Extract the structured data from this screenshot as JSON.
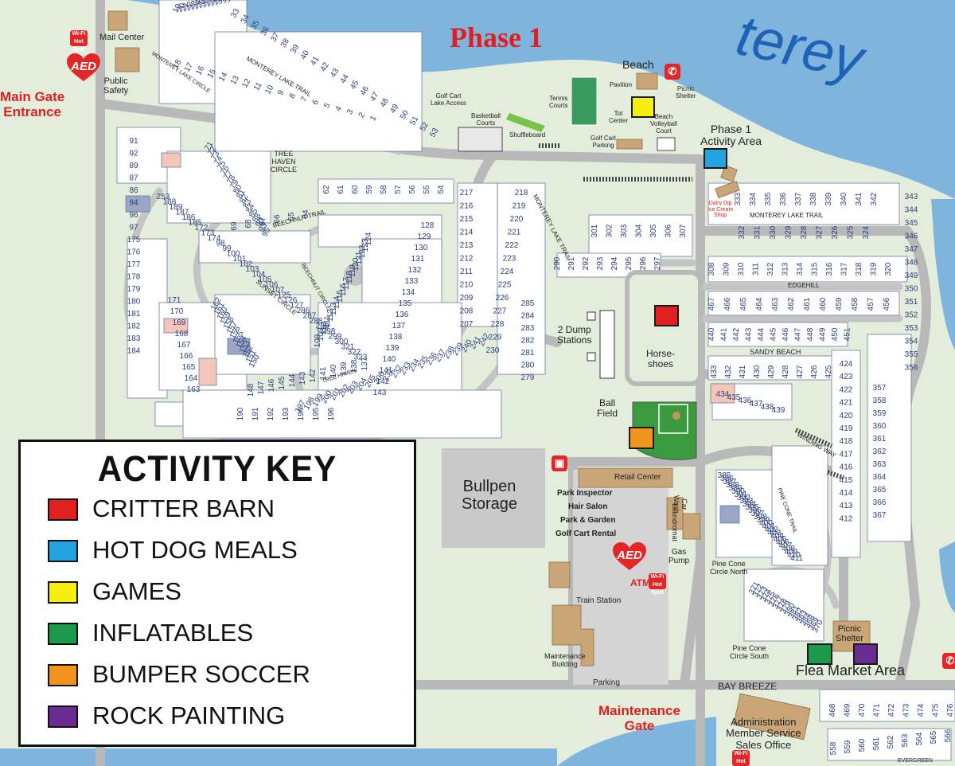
{
  "map": {
    "phase_title": "Phase 1",
    "lake_name_partial": "terey",
    "places": {
      "mail_center": "Mail Center",
      "public_safety": "Public\nSafety",
      "main_gate": "Main Gate\nEntrance",
      "monterey_lake_circle": "MONTEREY LAKE CIRCLE",
      "monterey_lake_trail": "MONTEREY LAKE TRAIL",
      "golf_cart_lake_access": "Golf Cart\nLake Access",
      "basketball_courts": "Basketball\nCourts",
      "shuffleboard": "Shuffleboard",
      "tennis_courts": "Tennis\nCourts",
      "beach": "Beach",
      "pavilion": "Pavilion",
      "picnic_shelter": "Picnic\nShelter",
      "tot_center": "Tot\nCenter",
      "beach_volleyball": "Beach\nVolleyball\nCourt",
      "golf_cart_parking": "Golf Cart\nParking",
      "phase1_activity_area": "Phase 1\nActivity Area",
      "dairy_dip": "Dairy Dip\nIce Cream\nShop",
      "tree_haven_circle": "TREE\nHAVEN\nCIRCLE",
      "beechnut_trail": "BEECHNUT TRAIL",
      "beechnut_circle": "BEECHNUT CIRCLE",
      "sunset_circle": "SUNSET CIRCLE",
      "tree_haven": "TREE HAVEN",
      "monterey_lake_trail_2": "MONTEREY LAKE TRAIL",
      "edgehill": "EDGEHILL",
      "sandy_beach": "SANDY BEACH",
      "dump_stations": "2 Dump\nStations",
      "horseshoes": "Horse-\nshoes",
      "ball_field": "Ball\nField",
      "bullpen_storage": "Bullpen\nStorage",
      "retail_center": "Retail Center",
      "park_inspector": "Park Inspector",
      "hair_salon": "Hair Salon",
      "park_garden": "Park & Garden",
      "golf_cart_rental": "Golf Cart Rental",
      "car_wash": "Car\nWash",
      "laundromat": "Laundromat",
      "gas_pump": "Gas\nPump",
      "atm": "ATM",
      "train_station": "Train Station",
      "maintenance_building": "Maintenance\nBuilding",
      "parking": "Parking",
      "maintenance_gate": "Maintenance\nGate",
      "winding_way": "WINDING WAY",
      "pine_cone_trail": "PINE CONE TRAIL",
      "pine_cone_circle_north": "Pine Cone\nCircle North",
      "pine_cone_circle_south": "Pine Cone\nCircle South",
      "picnic_shelter_2": "Picnic\nShelter",
      "flea_market_area": "Flea Market Area",
      "bay_breeze": "BAY BREEZE",
      "administration": "Administration\nMember Service\nSales Office",
      "evergreen": "EVERGREEN",
      "aed": "AED",
      "wifi": "Wi-Fi\nHot Spot"
    },
    "lots_bay_breeze": [
      "468",
      "469",
      "470",
      "471",
      "472",
      "473",
      "474",
      "475",
      "476"
    ],
    "lots_sandy_beach": [
      "440",
      "441",
      "442",
      "443",
      "444",
      "445",
      "446",
      "447",
      "448",
      "449",
      "450",
      "451"
    ],
    "lots_edgehill_top": [
      "467",
      "466",
      "465",
      "464",
      "463",
      "462",
      "461",
      "460",
      "459",
      "458",
      "457",
      "456"
    ],
    "lots_edgehill_row": [
      "308",
      "309",
      "310",
      "311",
      "312",
      "313",
      "314",
      "315",
      "316",
      "317",
      "318",
      "319",
      "320"
    ],
    "lots_monterey_east": [
      "333",
      "334",
      "335",
      "336",
      "337",
      "338",
      "339",
      "340",
      "341",
      "342"
    ],
    "lots_monterey_east2": [
      "332",
      "331",
      "330",
      "329",
      "328",
      "327",
      "326",
      "325",
      "324"
    ],
    "lots_trail_301": [
      "301",
      "302",
      "303",
      "304",
      "305",
      "306",
      "307"
    ],
    "lots_trail_291": [
      "290",
      "291",
      "292",
      "293",
      "294",
      "295",
      "296",
      "297"
    ],
    "lots_sandy_432": [
      "433",
      "432",
      "431",
      "430",
      "429",
      "428",
      "427",
      "426",
      "425"
    ],
    "lots_col_422": [
      "424",
      "423",
      "422",
      "421",
      "420",
      "419",
      "418",
      "417",
      "416",
      "415",
      "414",
      "413",
      "412"
    ],
    "lots_col_357": [
      "357",
      "358",
      "359",
      "360",
      "361",
      "362",
      "363",
      "364",
      "365",
      "366",
      "367"
    ],
    "lots_col_345": [
      "343",
      "344",
      "345",
      "346",
      "347",
      "348",
      "349",
      "350",
      "351",
      "352",
      "353",
      "354",
      "355",
      "356"
    ],
    "lots_beechnut": [
      "62",
      "61",
      "60",
      "59",
      "58",
      "57",
      "56",
      "55",
      "54"
    ],
    "lots_beechnut2": [
      "69",
      "68",
      "67",
      "66",
      "65",
      "64"
    ],
    "lots_col_217": [
      "217",
      "216",
      "215",
      "214",
      "213",
      "212",
      "211",
      "210",
      "209",
      "208",
      "207"
    ],
    "lots_col_218": [
      "218",
      "219",
      "220",
      "221",
      "222",
      "223",
      "224",
      "225",
      "226",
      "227",
      "228",
      "229",
      "230"
    ],
    "lots_col_285": [
      "285",
      "284",
      "283",
      "282",
      "281",
      "280",
      "279"
    ],
    "lots_west": [
      "91",
      "92",
      "89",
      "87",
      "86",
      "94",
      "96",
      "97",
      "175",
      "176",
      "177",
      "178",
      "179",
      "180",
      "181",
      "182",
      "183",
      "184"
    ],
    "lots_sunset": [
      "171",
      "170",
      "169",
      "168",
      "167",
      "166",
      "165",
      "164",
      "163"
    ],
    "lots_bottom_row": [
      "190",
      "191",
      "192",
      "193",
      "194",
      "195",
      "196"
    ],
    "lots_mid": [
      "124",
      "123",
      "122",
      "121",
      "120",
      "119",
      "118",
      "117",
      "116",
      "115",
      "114",
      "113",
      "112",
      "111",
      "110",
      "109",
      "108"
    ],
    "lots_mid2": [
      "128",
      "129",
      "130",
      "131",
      "132",
      "133",
      "134",
      "135",
      "136",
      "137",
      "138",
      "139",
      "140",
      "141",
      "142",
      "143"
    ],
    "lots_top_trail": [
      "18",
      "17",
      "16",
      "15",
      "14",
      "13",
      "12",
      "11",
      "10",
      "9",
      "8",
      "7",
      "6",
      "5",
      "4",
      "3",
      "2",
      "1"
    ],
    "lots_top_trail2": [
      "33",
      "34",
      "35",
      "36",
      "37",
      "38",
      "39",
      "40",
      "41",
      "42",
      "43",
      "44",
      "45",
      "46",
      "47",
      "48",
      "49",
      "50",
      "51",
      "52",
      "53"
    ],
    "lots_top_circle": [
      "19",
      "20",
      "21",
      "22",
      "23",
      "24",
      "25",
      "26",
      "27",
      "28",
      "29",
      "30",
      "31",
      "32"
    ],
    "lots_tree_haven": [
      "71",
      "72",
      "73",
      "74",
      "75",
      "76",
      "77",
      "78",
      "79",
      "80",
      "81",
      "82",
      "83",
      "84",
      "85",
      "88",
      "90",
      "93",
      "95"
    ],
    "lots_sunset_circle": [
      "150",
      "151",
      "152",
      "153",
      "154",
      "155",
      "156",
      "157",
      "158",
      "159",
      "160",
      "161",
      "162"
    ],
    "lots_tree_haven_road": [
      "148",
      "147",
      "146",
      "145",
      "144",
      "143",
      "142",
      "141",
      "140",
      "139",
      "138",
      "137"
    ],
    "lots_south_diag": [
      "197",
      "198",
      "199",
      "200",
      "201",
      "202",
      "203",
      "204",
      "205",
      "206",
      "231",
      "232",
      "233",
      "234",
      "235",
      "236",
      "237",
      "238",
      "239",
      "240",
      "241",
      "242"
    ],
    "lots_pine_north": [
      "385",
      "386",
      "387",
      "388",
      "389",
      "390",
      "391",
      "392",
      "393",
      "394",
      "395",
      "396",
      "397",
      "398",
      "399",
      "400",
      "401",
      "402",
      "403",
      "404",
      "405",
      "406",
      "407",
      "408",
      "409",
      "410",
      "411"
    ],
    "lots_pine_south": [
      "371",
      "372",
      "373",
      "374",
      "375",
      "376",
      "377",
      "378",
      "379",
      "380",
      "381",
      "382",
      "383",
      "384",
      "368",
      "369",
      "370"
    ],
    "lots_434": [
      "434",
      "435",
      "436",
      "437",
      "438",
      "439"
    ],
    "lots_evergreen": [
      "558",
      "559",
      "560",
      "561",
      "562",
      "563",
      "564",
      "565",
      "566"
    ],
    "lots_misc": [
      "253",
      "188",
      "189",
      "187",
      "186",
      "185",
      "172",
      "173",
      "174",
      "98",
      "99",
      "100",
      "101",
      "102",
      "103",
      "104",
      "105",
      "106",
      "107",
      "125",
      "126",
      "127",
      "286",
      "287",
      "288",
      "289",
      "298",
      "299",
      "300",
      "321",
      "322",
      "323"
    ]
  },
  "activity_markers": [
    {
      "key": "critter_barn",
      "color": "#e0201f"
    },
    {
      "key": "hot_dog_meals",
      "color": "#23a3e0"
    },
    {
      "key": "games",
      "color": "#f5ee0e"
    },
    {
      "key": "inflatables",
      "color": "#1a9a4a"
    },
    {
      "key": "bumper_soccer",
      "color": "#f3941c"
    },
    {
      "key": "rock_painting",
      "color": "#6a2c92"
    }
  ],
  "key": {
    "title": "ACTIVITY KEY",
    "items": [
      {
        "label": "CRITTER BARN",
        "color": "#e0201f"
      },
      {
        "label": "HOT DOG MEALS",
        "color": "#23a3e0"
      },
      {
        "label": "GAMES",
        "color": "#f5ee0e"
      },
      {
        "label": "INFLATABLES",
        "color": "#1a9a4a"
      },
      {
        "label": "BUMPER SOCCER",
        "color": "#f3941c"
      },
      {
        "label": "ROCK PAINTING",
        "color": "#6a2c92"
      }
    ]
  }
}
